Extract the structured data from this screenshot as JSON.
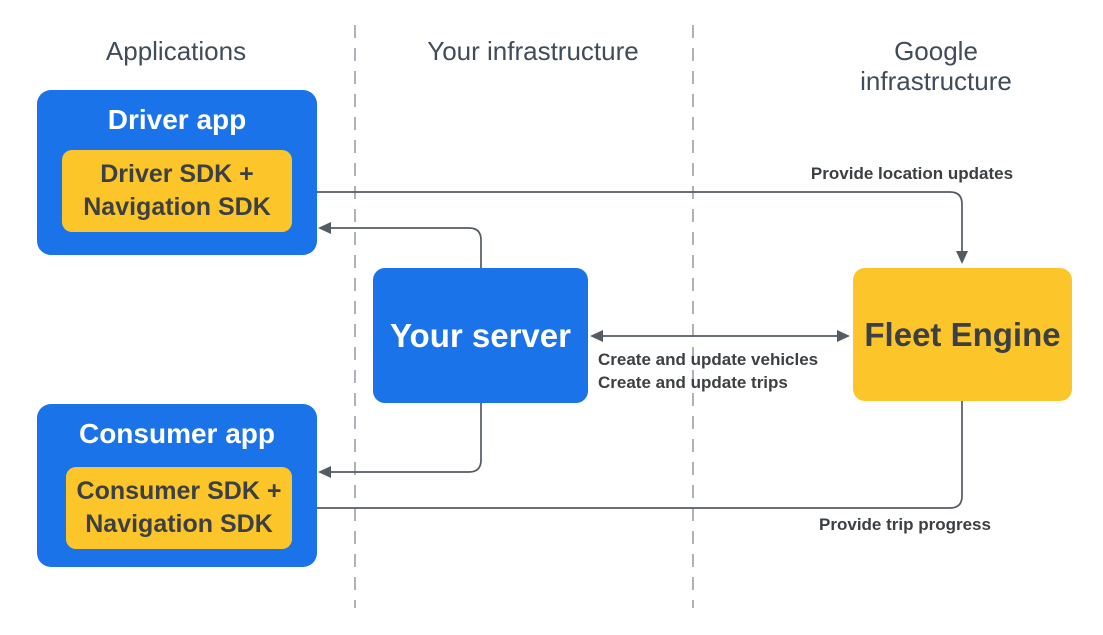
{
  "colors": {
    "blue": "#1a73e8",
    "yellow": "#fcc62a",
    "dark": "#3c4043",
    "header": "#414c59",
    "line": "#555b63",
    "dashed": "#9aa0a6",
    "bg": "#ffffff"
  },
  "headers": {
    "applications": "Applications",
    "your_infrastructure": "Your infrastructure",
    "google_infrastructure": "Google infrastructure"
  },
  "nodes": {
    "driver_app": {
      "title": "Driver app",
      "sdk_line1": "Driver SDK +",
      "sdk_line2": "Navigation SDK"
    },
    "consumer_app": {
      "title": "Consumer app",
      "sdk_line1": "Consumer SDK +",
      "sdk_line2": "Navigation SDK"
    },
    "your_server": {
      "title": "Your server"
    },
    "fleet_engine": {
      "title": "Fleet Engine"
    }
  },
  "edges": {
    "provide_location_updates": "Provide location updates",
    "create_update_vehicles": "Create and update vehicles",
    "create_update_trips": "Create and update trips",
    "provide_trip_progress": "Provide trip progress"
  }
}
